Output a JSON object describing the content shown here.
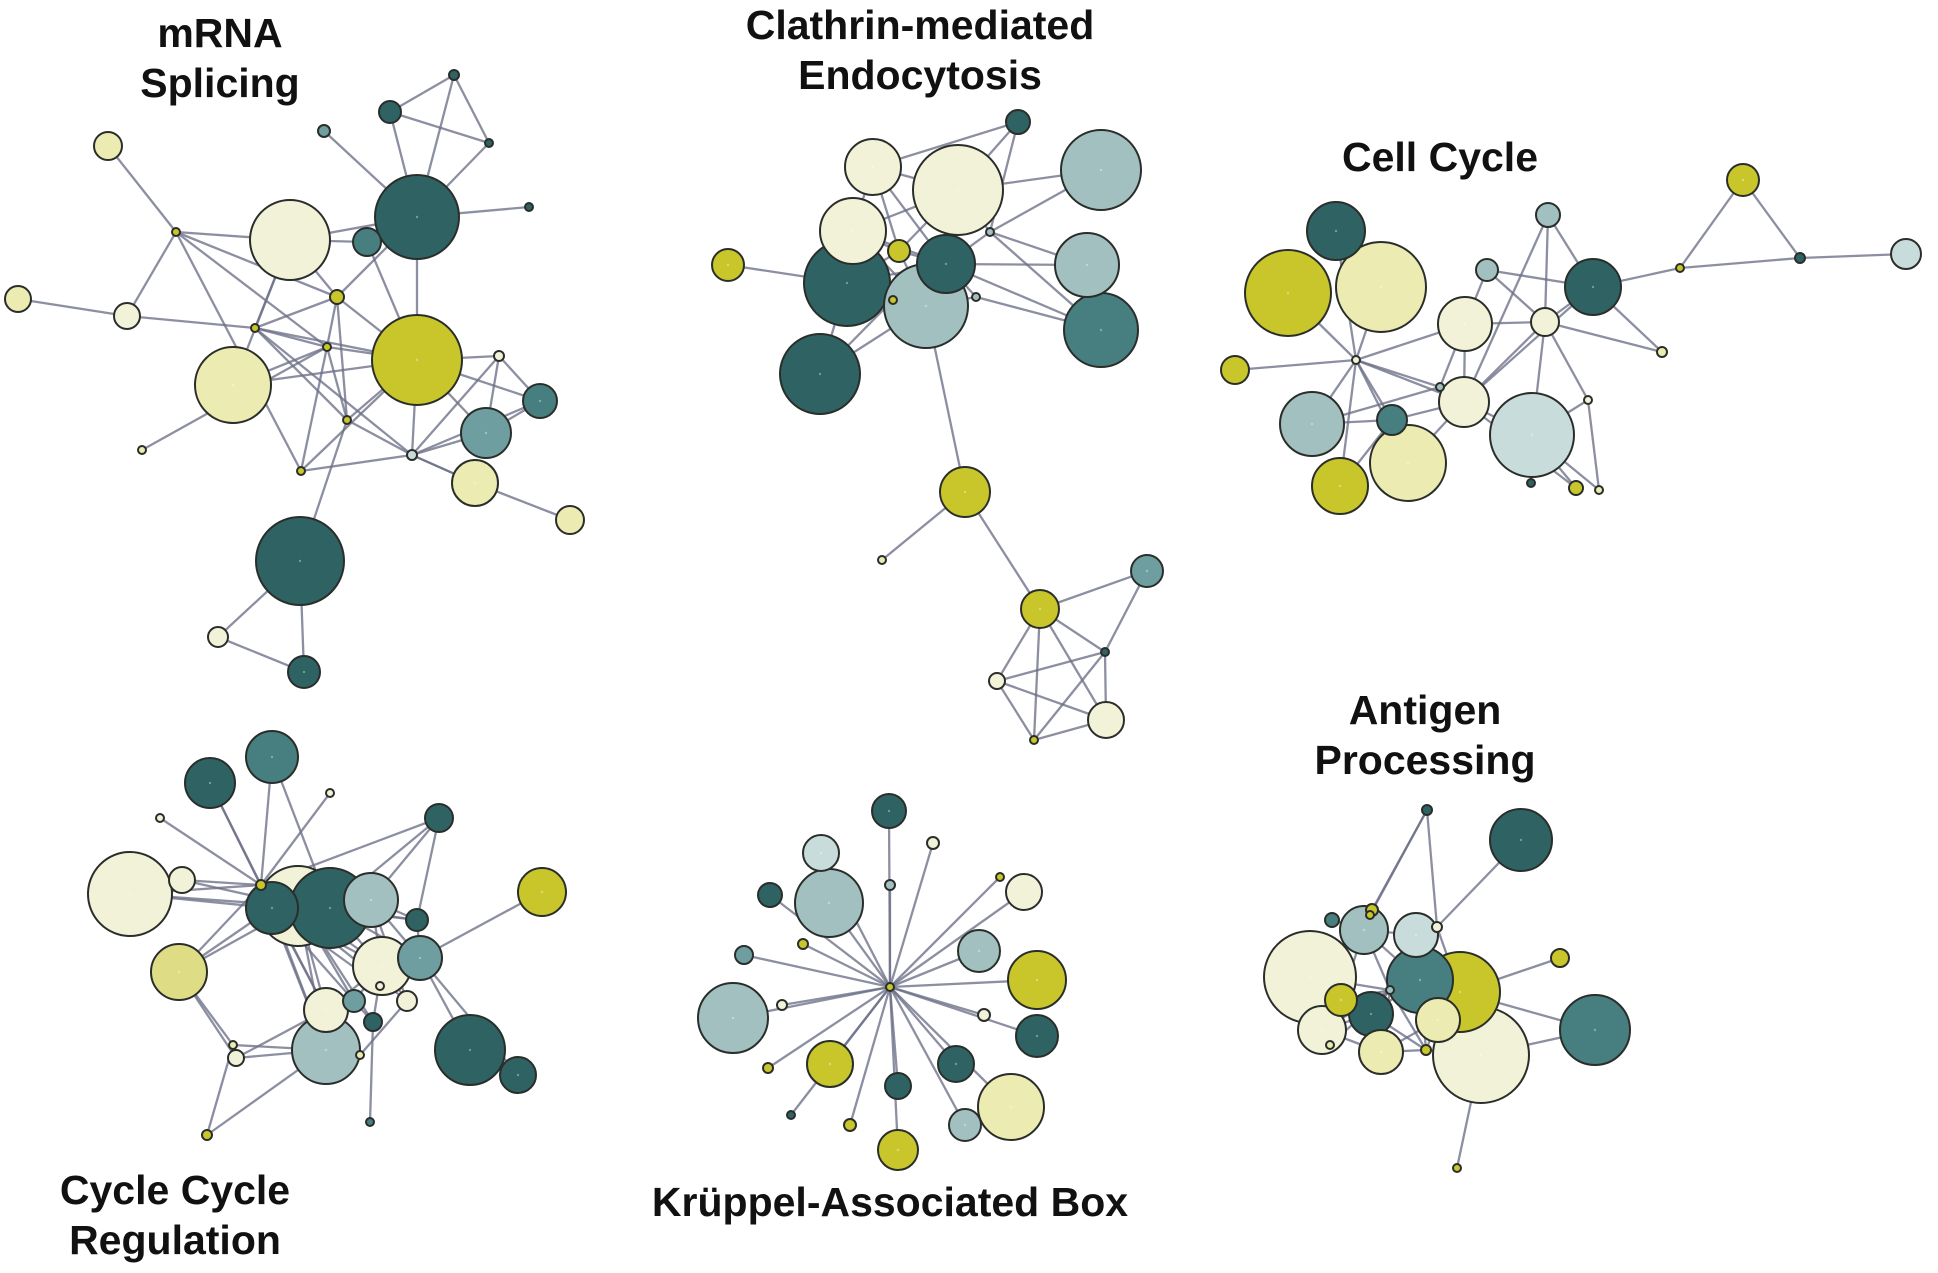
{
  "palette": {
    "teal_dark": "#2f6263",
    "teal": "#477e7f",
    "teal_mid": "#6f9ea0",
    "teal_light": "#a3c0c1",
    "teal_pale": "#c9dcdc",
    "cream": "#f2f2d8",
    "yellow_pale": "#ecebb1",
    "yellow_mid": "#dedd86",
    "yellow": "#c9c62c",
    "edge": "#6b6f86"
  },
  "clusters": [
    {
      "id": "mrna-splicing",
      "title_lines": [
        "mRNA",
        "Splicing"
      ]
    },
    {
      "id": "clathrin-endocytosis",
      "title_lines": [
        "Clathrin-mediated",
        "Endocytosis"
      ]
    },
    {
      "id": "cell-cycle",
      "title_lines": [
        "Cell Cycle"
      ]
    },
    {
      "id": "antigen-processing",
      "title_lines": [
        "Antigen",
        "Processing"
      ]
    },
    {
      "id": "cycle-cycle-regulation",
      "title_lines": [
        "Cycle Cycle",
        "Regulation"
      ]
    },
    {
      "id": "kruppel-box",
      "title_lines": [
        "Krüppel-Associated Box"
      ]
    }
  ]
}
